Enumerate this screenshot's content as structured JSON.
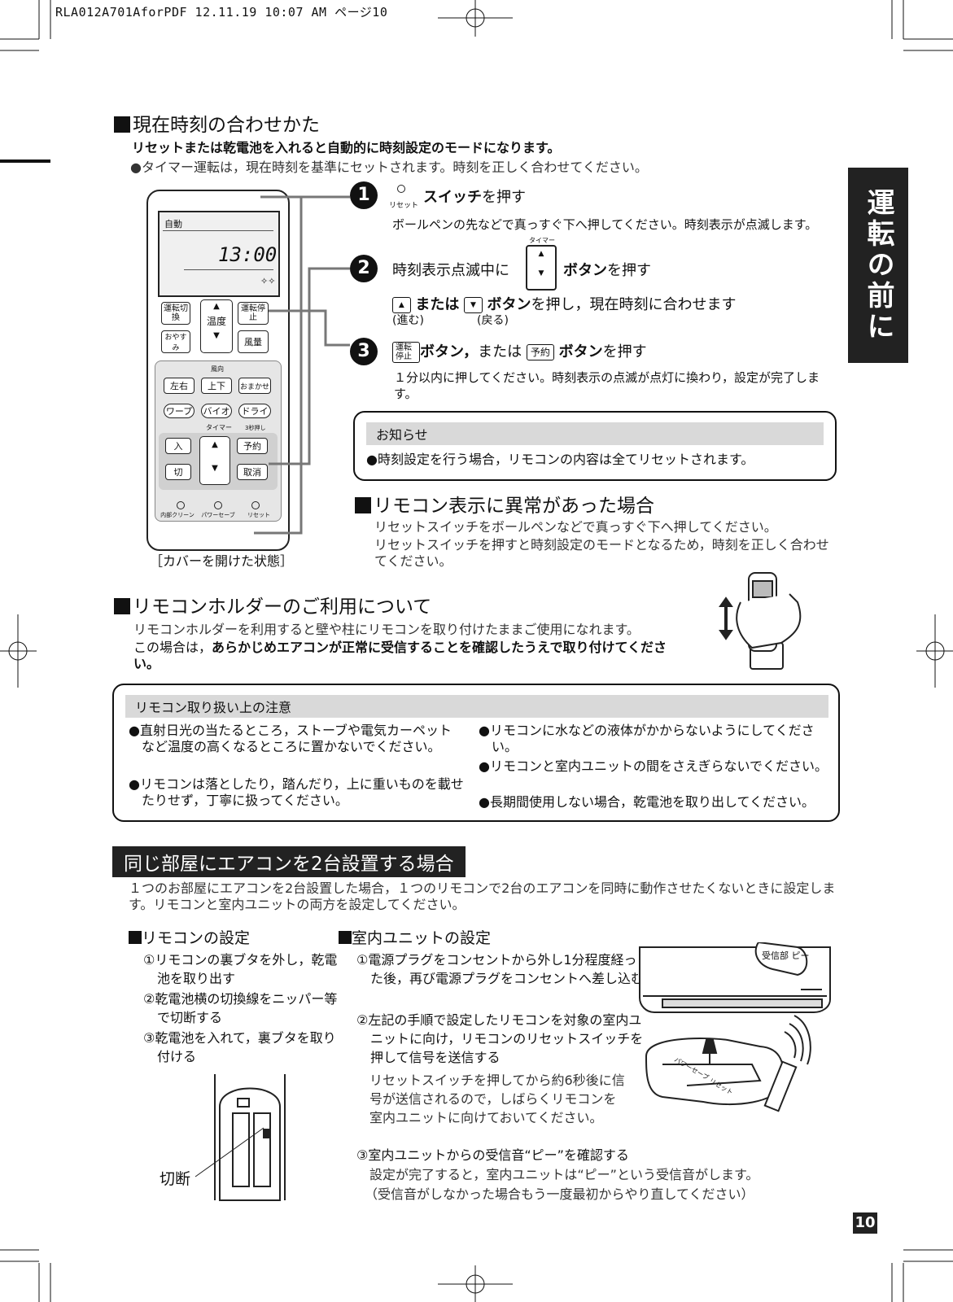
{
  "header": {
    "print_info": "RLA012A701AforPDF  12.11.19 10:07 AM  ページ10"
  },
  "section_time": {
    "title": "現在時刻の合わせかた",
    "lead": "リセットまたは乾電池を入れると自動的に時刻設定のモードになります。",
    "note": "●タイマー運転は，現在時刻を基準にセットされます。時刻を正しく合わせてください。",
    "steps": [
      {
        "num": "1",
        "reset_label": "リセット",
        "title_bold": "スイッチ",
        "title_rest": "を押す",
        "desc": "ボールペンの先などで真っすぐ下へ押してください。時刻表示が点滅します。"
      },
      {
        "num": "2",
        "timer_label": "タイマー",
        "pre": "時刻表示点滅中に",
        "title_bold": "ボタン",
        "title_rest": "を押す",
        "line2_mid": "または",
        "line2_bold": "ボタン",
        "line2_rest": "を押し，現在時刻に合わせます",
        "up_note": "(進む)",
        "down_note": "(戻る)"
      },
      {
        "num": "3",
        "btn1": "運転停止",
        "title_bold1": "ボタン，",
        "mid": "または",
        "btn2": "予約",
        "title_bold2": "ボタン",
        "title_rest": "を押す",
        "desc": "１分以内に押してください。時刻表示の点滅が点灯に換わり，設定が完了します。"
      }
    ],
    "notice_box": {
      "title": "お知らせ",
      "text": "●時刻設定を行う場合，リモコンの内容は全てリセットされます。"
    }
  },
  "remote": {
    "lcd_mode": "自動",
    "lcd_time": "13:00",
    "buttons": {
      "mode_switch": "運転切換",
      "temp": "温度",
      "run_stop": "運転停止",
      "sleep": "おやすみ",
      "fan": "風量",
      "wind_dir": "風向",
      "lr": "左右",
      "ud": "上下",
      "auto": "おまかせ",
      "warp": "ワープ",
      "bio": "バイオ",
      "dry": "ドライ",
      "timer": "タイマー",
      "timer_hold": "3秒押し",
      "on": "入",
      "reserve": "予約",
      "off": "切",
      "cancel": "取消"
    },
    "bottom_labels": [
      "内部クリーン",
      "パワーセーブ",
      "リセット"
    ],
    "caption": "［カバーを開けた状態］"
  },
  "section_abnormal": {
    "title": "リモコン表示に異常があった場合",
    "text1": "リセットスイッチをボールペンなどで真っすぐ下へ押してください。",
    "text2": "リセットスイッチを押すと時刻設定のモードとなるため，時刻を正しく合わせてください。"
  },
  "section_holder": {
    "title": "リモコンホルダーのご利用について",
    "text1": "リモコンホルダーを利用すると壁や柱にリモコンを取り付けたままご使用になれます。",
    "text2_pre": "この場合は，",
    "text2_bold": "あらかじめエアコンが正常に受信することを確認したうえで取り付けてください。"
  },
  "caution_box": {
    "title": "リモコン取り扱い上の注意",
    "left": [
      "●直射日光の当たるところ，ストーブや電気カーペットなど温度の高くなるところに置かないでください。",
      "●リモコンは落としたり，踏んだり，上に重いものを載せたりせず，丁寧に扱ってください。"
    ],
    "right": [
      "●リモコンに水などの液体がかからないようにしてください。",
      "●リモコンと室内ユニットの間をさえぎらないでください。",
      "●長期間使用しない場合，乾電池を取り出してください。"
    ]
  },
  "section_two_units": {
    "banner": "同じ部屋にエアコンを2台設置する場合",
    "intro": "１つのお部屋にエアコンを2台設置した場合，１つのリモコンで2台のエアコンを同時に動作させたくないときに設定します。リモコンと室内ユニットの両方を設定してください。",
    "remote_setting": {
      "title": "リモコンの設定",
      "steps": [
        "①リモコンの裏ブタを外し，乾電池を取り出す",
        "②乾電池横の切換線をニッパー等で切断する",
        "③乾電池を入れて，裏ブタを取り付ける"
      ],
      "cut_label": "切断"
    },
    "unit_setting": {
      "title": "室内ユニットの設定",
      "step1": "①電源プラグをコンセントから外し1分程度経った後，再び電源プラグをコンセントへ差し込む",
      "step2": "②左記の手順で設定したリモコンを対象の室内ユニットに向け，リモコンのリセットスイッチを押して信号を送信する",
      "step2_desc": "リセットスイッチを押してから約6秒後に信号が送信されるので，しばらくリモコンを室内ユニットに向けておいてください。",
      "step3": "③室内ユニットからの受信音“ピー”を確認する",
      "step3_desc1": "設定が完了すると，室内ユニットは“ピー”という受信音がします。",
      "step3_desc2": "（受信音がしなかった場合もう一度最初からやり直してください）",
      "bubble": "受信部\nピー",
      "panel_labels": [
        "パワーセーブ",
        "リセット"
      ]
    }
  },
  "side_tab": "運転の前に",
  "page_number": "10"
}
